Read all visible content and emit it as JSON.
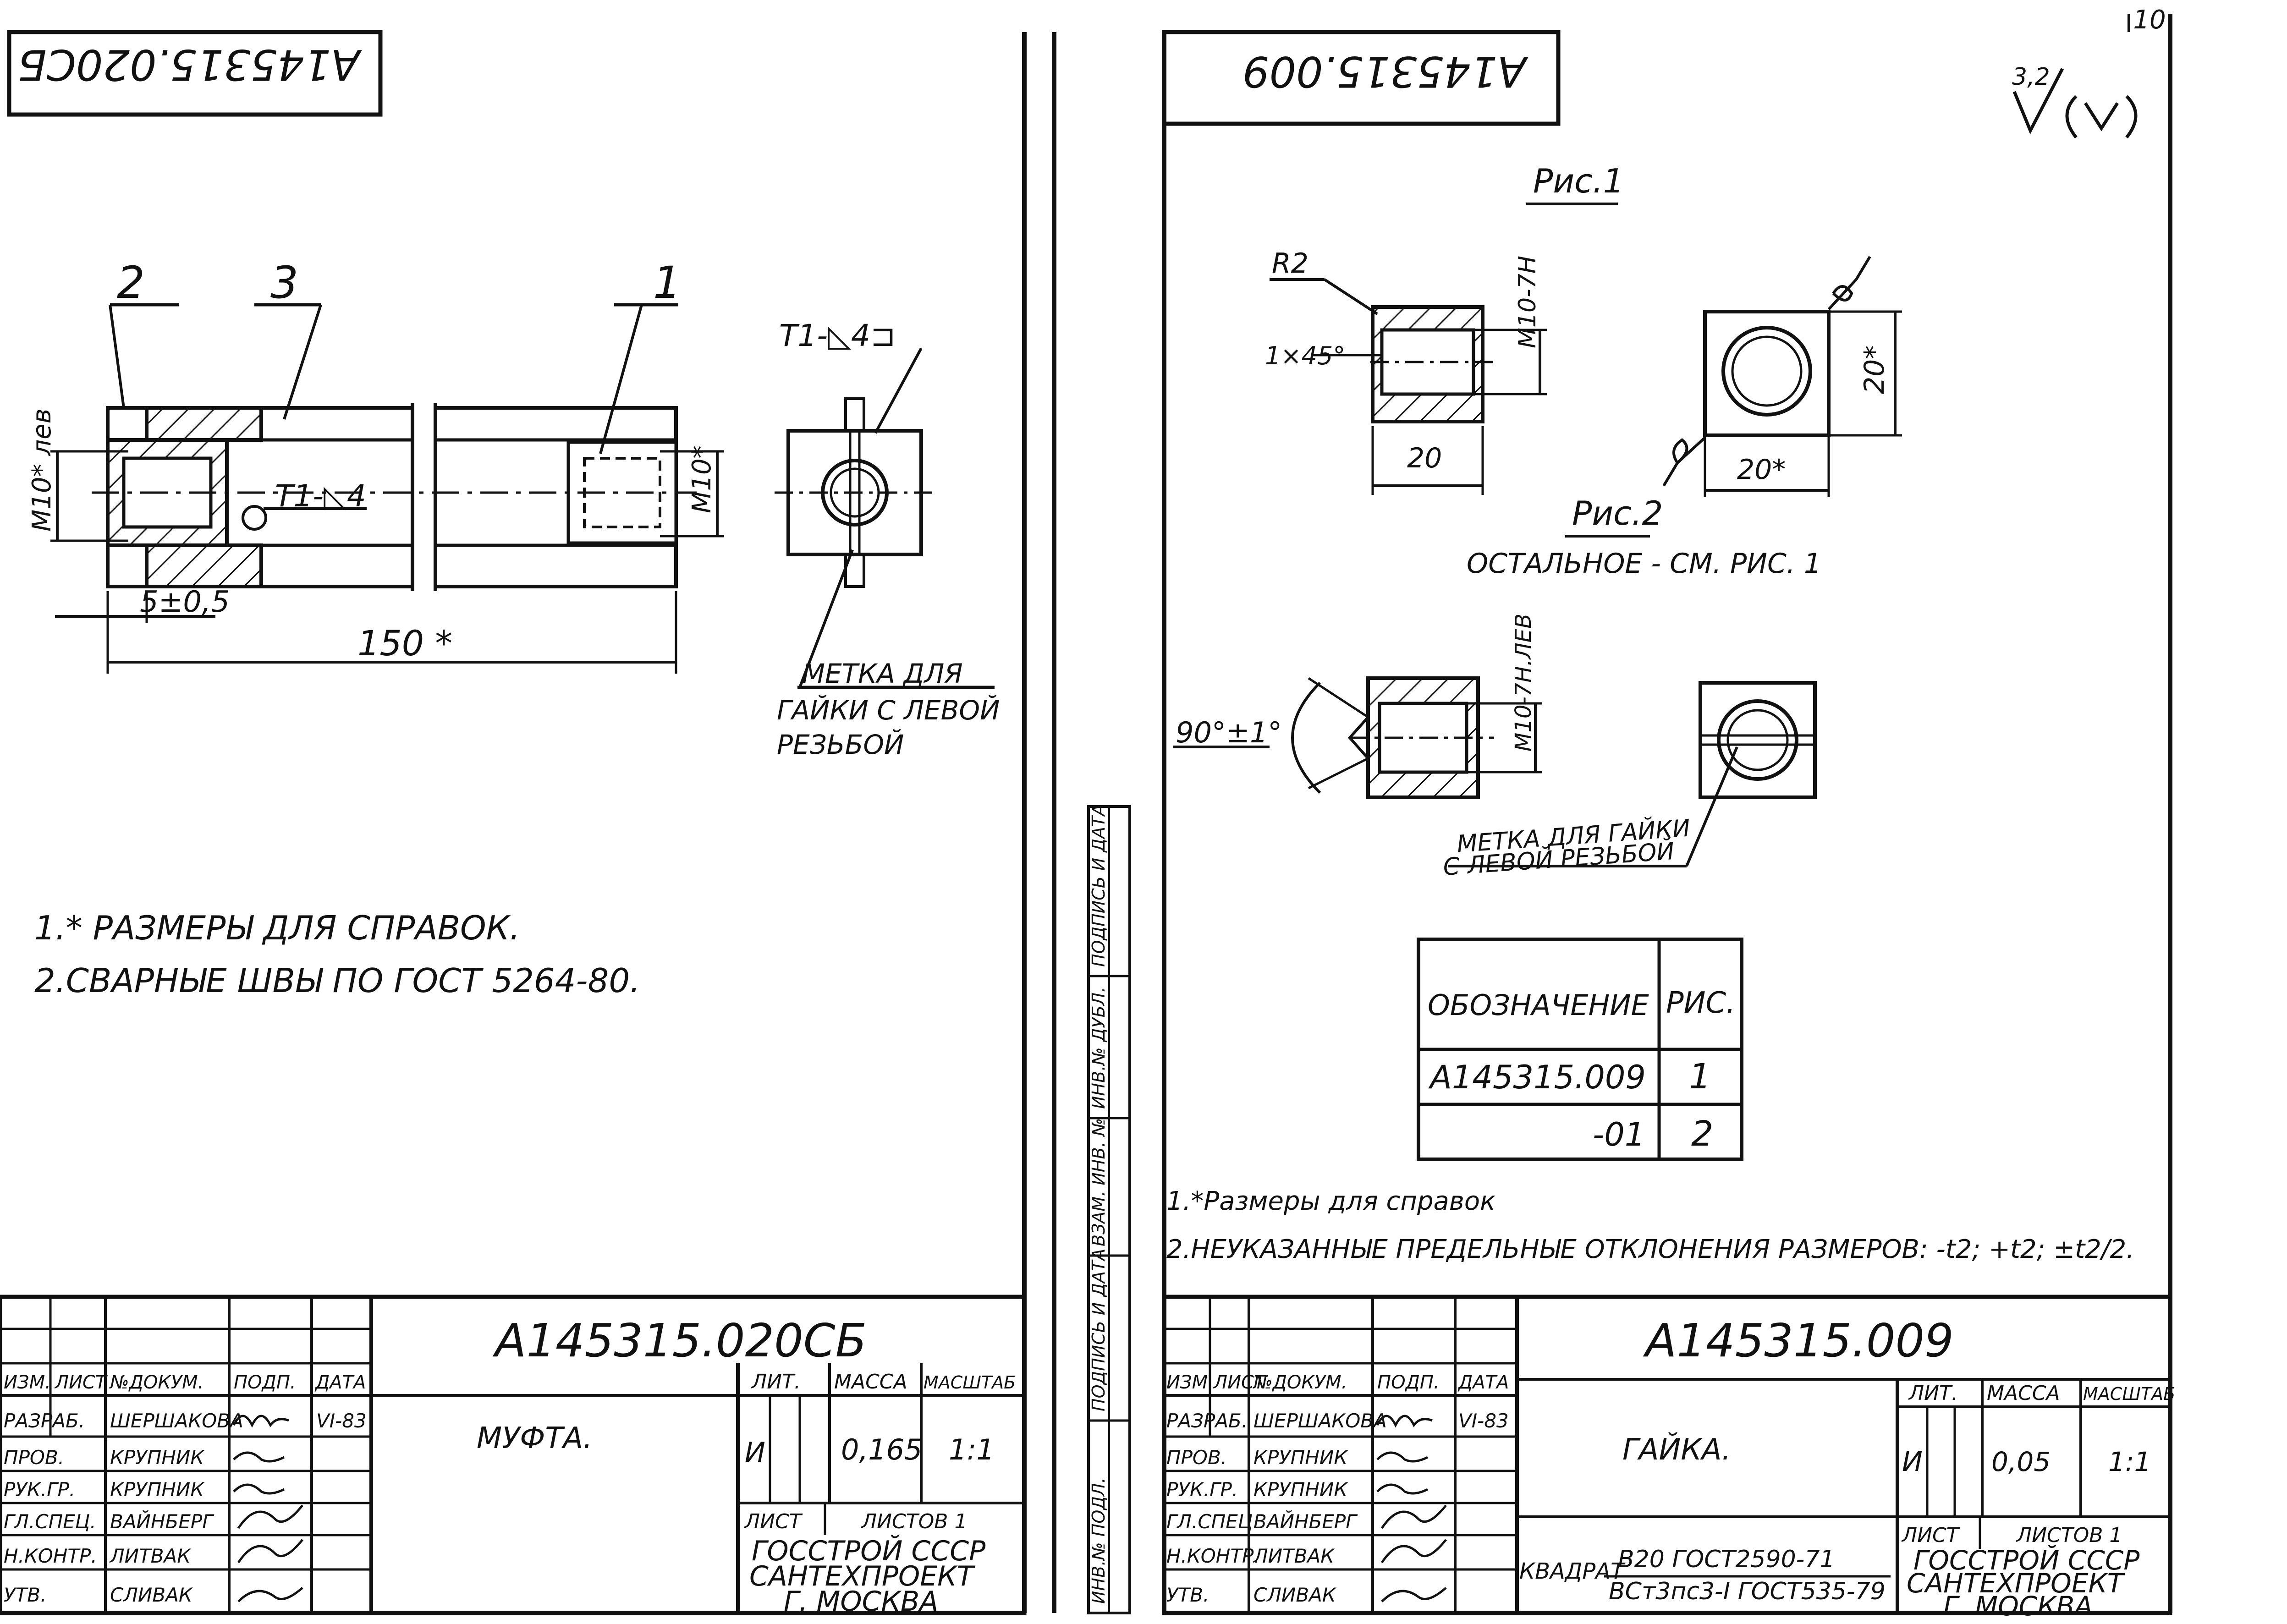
{
  "page_number": "10",
  "left_sheet": {
    "stamp_code_rotated": "А145315.020СБ",
    "positions": [
      "1",
      "2",
      "3"
    ],
    "weld_symbol": "Т1-◺4",
    "weld_symbol_side": "Т1-◺4⊐",
    "dim_left_thread": "М10* лев",
    "dim_right_thread": "М10*",
    "dim_offset": "5±0,5",
    "dim_length": "150 *",
    "mark_note_lines": [
      "МЕТКА ДЛЯ",
      "ГАЙКИ С ЛЕВОЙ",
      "РЕЗЬБОЙ"
    ],
    "notes": [
      "1.* РАЗМЕРЫ ДЛЯ СПРАВОК.",
      "2.СВАРНЫЕ ШВЫ ПО ГОСТ 5264-80."
    ],
    "title_block": {
      "doc_code": "А145315.020СБ",
      "name": "МУФТА.",
      "col_headers": [
        "ИЗМ.",
        "ЛИСТ",
        "№ДОКУМ.",
        "ПОДП.",
        "ДАТА"
      ],
      "roles": [
        {
          "role": "РАЗРАБ.",
          "name": "ШЕРШАКОВА",
          "date": "VI-83"
        },
        {
          "role": "ПРОВ.",
          "name": "КРУПНИК",
          "date": ""
        },
        {
          "role": "РУК.ГР.",
          "name": "КРУПНИК",
          "date": ""
        },
        {
          "role": "ГЛ.СПЕЦ.",
          "name": "ВАЙНБЕРГ",
          "date": ""
        },
        {
          "role": "Н.КОНТР.",
          "name": "ЛИТВАК",
          "date": ""
        },
        {
          "role": "УТВ.",
          "name": "СЛИВАК",
          "date": ""
        }
      ],
      "lit_label": "ЛИТ.",
      "mass_label": "МАССА",
      "scale_label": "МАСШТАБ",
      "lit_value": "И",
      "mass_value": "0,165",
      "scale_value": "1:1",
      "sheet_label": "ЛИСТ",
      "sheets_label": "ЛИСТОВ 1",
      "org": [
        "ГОССТРОЙ СССР",
        "САНТЕХПРОЕКТ",
        "Г. МОСКВА"
      ]
    }
  },
  "right_sheet": {
    "stamp_code_rotated": "А145315.009",
    "roughness": "3,2",
    "fig1_label": "Рис.1",
    "fig2_label": "Рис.2",
    "fig2_note": "ОСТАЛЬНОЕ - СМ. РИС. 1",
    "dim_r2": "R2",
    "dim_chamfer": "1×45°",
    "dim_thread": "М10-7Н",
    "dim_thread_left": "М10-7Н.ЛЕВ",
    "dim_20": "20",
    "dim_20s_h": "20*",
    "dim_20s_v": "20*",
    "dim_angle": "90°±1°",
    "mark_note_lines": [
      "МЕТКА ДЛЯ ГАЙКИ",
      "С ЛЕВОЙ РЕЗЬБОЙ"
    ],
    "table": {
      "headers": [
        "ОБОЗНАЧЕНИЕ",
        "РИС."
      ],
      "rows": [
        [
          "А145315.009",
          "1"
        ],
        [
          "-01",
          "2"
        ]
      ]
    },
    "notes": [
      "1.*Размеры для справок",
      "2.НЕУКАЗАННЫЕ ПРЕДЕЛЬНЫЕ ОТКЛОНЕНИЯ РАЗМЕРОВ: -t2; +t2; ±t2/2."
    ],
    "side_strip": [
      "ПОДПИСЬ И ДАТА",
      "ИНВ.№ ДУБЛ.",
      "ВЗАМ. ИНВ. №",
      "ПОДПИСЬ И ДАТА",
      "ИНВ.№ ПОДЛ."
    ],
    "title_block": {
      "doc_code": "А145315.009",
      "name": "ГАЙКА.",
      "col_headers": [
        "ИЗМ.",
        "ЛИСТ",
        "№ДОКУМ.",
        "ПОДП.",
        "ДАТА"
      ],
      "roles": [
        {
          "role": "РАЗРАБ.",
          "name": "ШЕРШАКОВА",
          "date": "VI-83"
        },
        {
          "role": "ПРОВ.",
          "name": "КРУПНИК",
          "date": ""
        },
        {
          "role": "РУК.ГР.",
          "name": "КРУПНИК",
          "date": ""
        },
        {
          "role": "ГЛ.СПЕЦ.",
          "name": "ВАЙНБЕРГ",
          "date": ""
        },
        {
          "role": "Н.КОНТР.",
          "name": "ЛИТВАК",
          "date": ""
        },
        {
          "role": "УТВ.",
          "name": "СЛИВАК",
          "date": ""
        }
      ],
      "material_prefix": "КВАДРАТ",
      "material_top": "В20 ГОСТ2590-71",
      "material_bottom": "ВСт3пс3-I ГОСТ535-79",
      "lit_label": "ЛИТ.",
      "mass_label": "МАССА",
      "scale_label": "МАСШТАБ",
      "lit_value": "И",
      "mass_value": "0,05",
      "scale_value": "1:1",
      "sheet_label": "ЛИСТ",
      "sheets_label": "ЛИСТОВ 1",
      "org": [
        "ГОССТРОЙ СССР",
        "САНТЕХПРОЕКТ",
        "Г. МОСКВА"
      ]
    }
  }
}
